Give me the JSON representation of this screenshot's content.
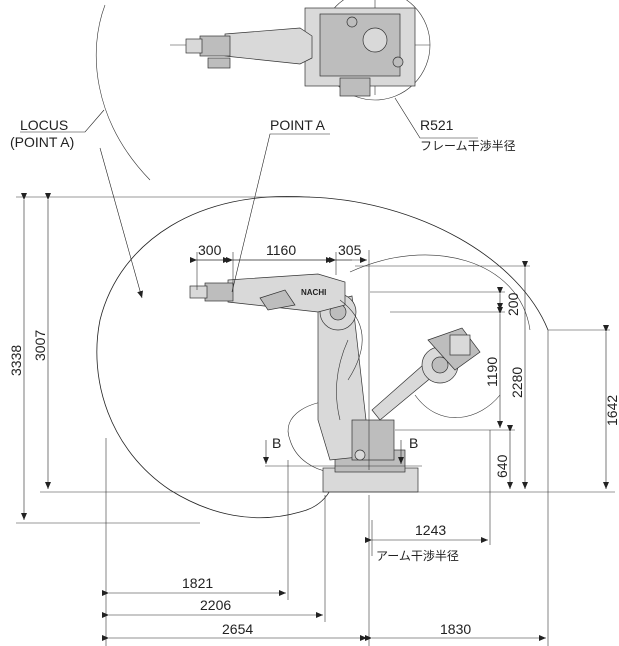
{
  "labels": {
    "locus_line1": "LOCUS",
    "locus_line2": "(POINT A)",
    "point_a": "POINT A",
    "r521": "R521",
    "frame_radius": "フレーム干渉半径",
    "arm_radius": "アーム干渉半径",
    "section_left": "B",
    "section_right": "B",
    "brand": "NACHI"
  },
  "dimensions": {
    "d300": "300",
    "d1160": "1160",
    "d305": "305",
    "d200": "200",
    "d1190": "1190",
    "d2280": "2280",
    "d1642": "1642",
    "d3338": "3338",
    "d3007": "3007",
    "d640": "640",
    "d1243": "1243",
    "d1821": "1821",
    "d2206": "2206",
    "d2654": "2654",
    "d1830": "1830"
  }
}
